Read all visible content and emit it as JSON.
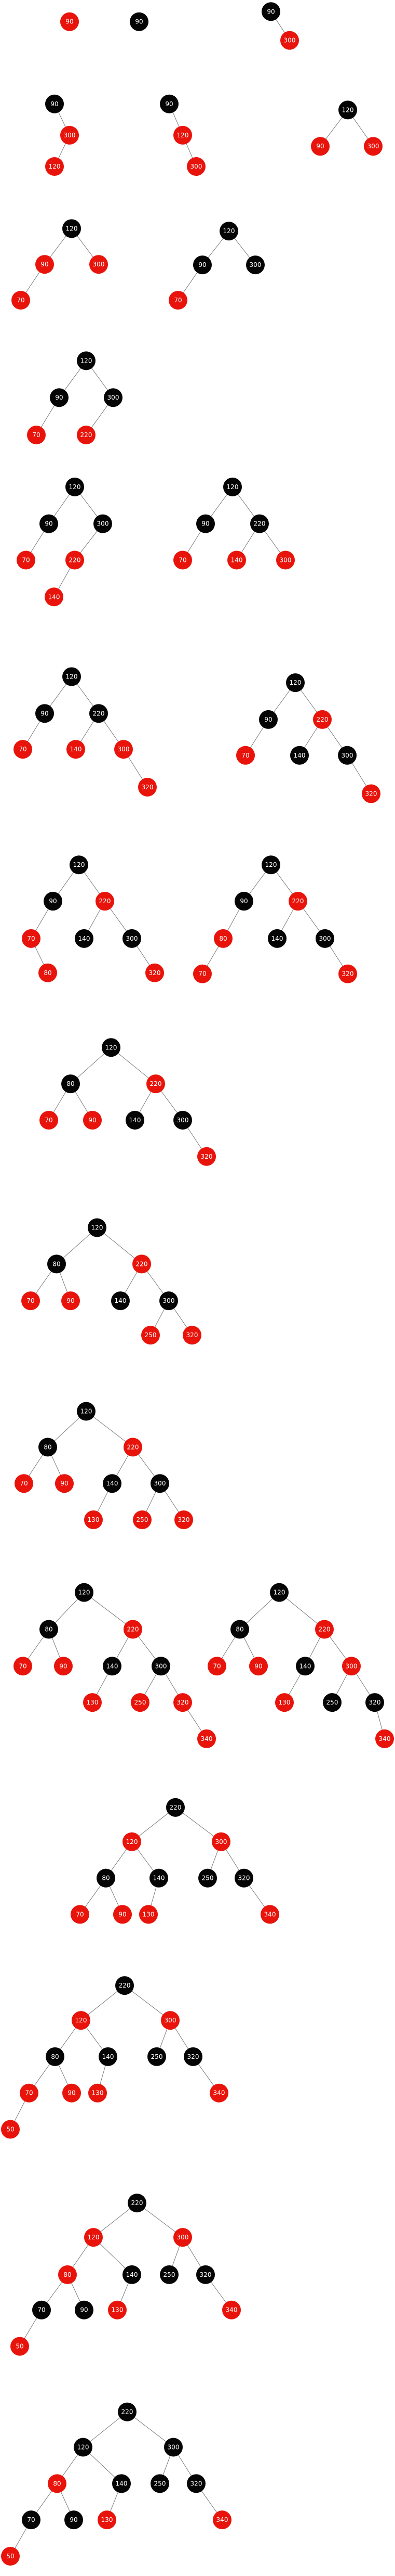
{
  "colors": {
    "red_node": "#e8140b",
    "black_node": "#050505",
    "edge": "#777777",
    "label": "#ffffff",
    "background": "#ffffff"
  },
  "node_labels": {
    "n1": "90",
    "n2": "90",
    "n3": "90",
    "n4": "300",
    "n5": "90",
    "n6": "300",
    "n7": "120",
    "n8": "90",
    "n9": "120",
    "n10": "300",
    "n11": "120",
    "n12": "90",
    "n13": "300",
    "n14": "120",
    "n15": "90",
    "n16": "300",
    "n17": "70",
    "n18": "120",
    "n19": "90",
    "n20": "300",
    "n21": "70",
    "n22": "120",
    "n23": "90",
    "n24": "300",
    "n25": "70",
    "n26": "220",
    "n27": "120",
    "n28": "90",
    "n29": "300",
    "n30": "70",
    "n31": "220",
    "n32": "140",
    "n33": "120",
    "n34": "90",
    "n35": "220",
    "n36": "70",
    "n37": "140",
    "n38": "300",
    "n39": "120",
    "n40": "90",
    "n41": "220",
    "n42": "70",
    "n43": "140",
    "n44": "300",
    "n45": "320",
    "n46": "120",
    "n47": "90",
    "n48": "220",
    "n49": "70",
    "n50": "140",
    "n51": "300",
    "n52": "320",
    "n53": "120",
    "n54": "90",
    "n55": "220",
    "n56": "70",
    "n57": "140",
    "n58": "300",
    "n59": "80",
    "n60": "320",
    "n61": "120",
    "n62": "90",
    "n63": "220",
    "n64": "80",
    "n65": "140",
    "n66": "300",
    "n67": "70",
    "n68": "320",
    "n69": "120",
    "n70": "80",
    "n71": "220",
    "n72": "70",
    "n73": "90",
    "n74": "140",
    "n75": "300",
    "n76": "320",
    "n77": "120",
    "n78": "80",
    "n79": "220",
    "n80": "70",
    "n81": "90",
    "n82": "140",
    "n83": "300",
    "n84": "250",
    "n85": "320",
    "n86": "120",
    "n87": "80",
    "n88": "220",
    "n89": "70",
    "n90": "90",
    "n91": "140",
    "n92": "300",
    "n93": "130",
    "n94": "250",
    "n95": "320",
    "n96": "120",
    "n97": "80",
    "n98": "220",
    "n99": "70",
    "n100": "90",
    "n101": "140",
    "n102": "300",
    "n103": "130",
    "n104": "250",
    "n105": "320",
    "n106": "340",
    "n107": "120",
    "n108": "80",
    "n109": "220",
    "n110": "70",
    "n111": "90",
    "n112": "140",
    "n113": "300",
    "n114": "130",
    "n115": "250",
    "n116": "320",
    "n117": "340",
    "n118": "220",
    "n119": "120",
    "n120": "300",
    "n121": "80",
    "n122": "140",
    "n123": "250",
    "n124": "320",
    "n125": "70",
    "n126": "90",
    "n127": "130",
    "n128": "340",
    "n129": "220",
    "n130": "120",
    "n131": "300",
    "n132": "80",
    "n133": "140",
    "n134": "250",
    "n135": "320",
    "n136": "70",
    "n137": "90",
    "n138": "130",
    "n139": "340",
    "n140": "50",
    "n141": "220",
    "n142": "120",
    "n143": "300",
    "n144": "80",
    "n145": "140",
    "n146": "250",
    "n147": "320",
    "n148": "70",
    "n149": "90",
    "n150": "130",
    "n151": "340",
    "n152": "50",
    "n153": "220",
    "n154": "120",
    "n155": "300",
    "n156": "80",
    "n157": "140",
    "n158": "250",
    "n159": "320",
    "n160": "70",
    "n161": "90",
    "n162": "130",
    "n163": "340",
    "n164": "50"
  }
}
